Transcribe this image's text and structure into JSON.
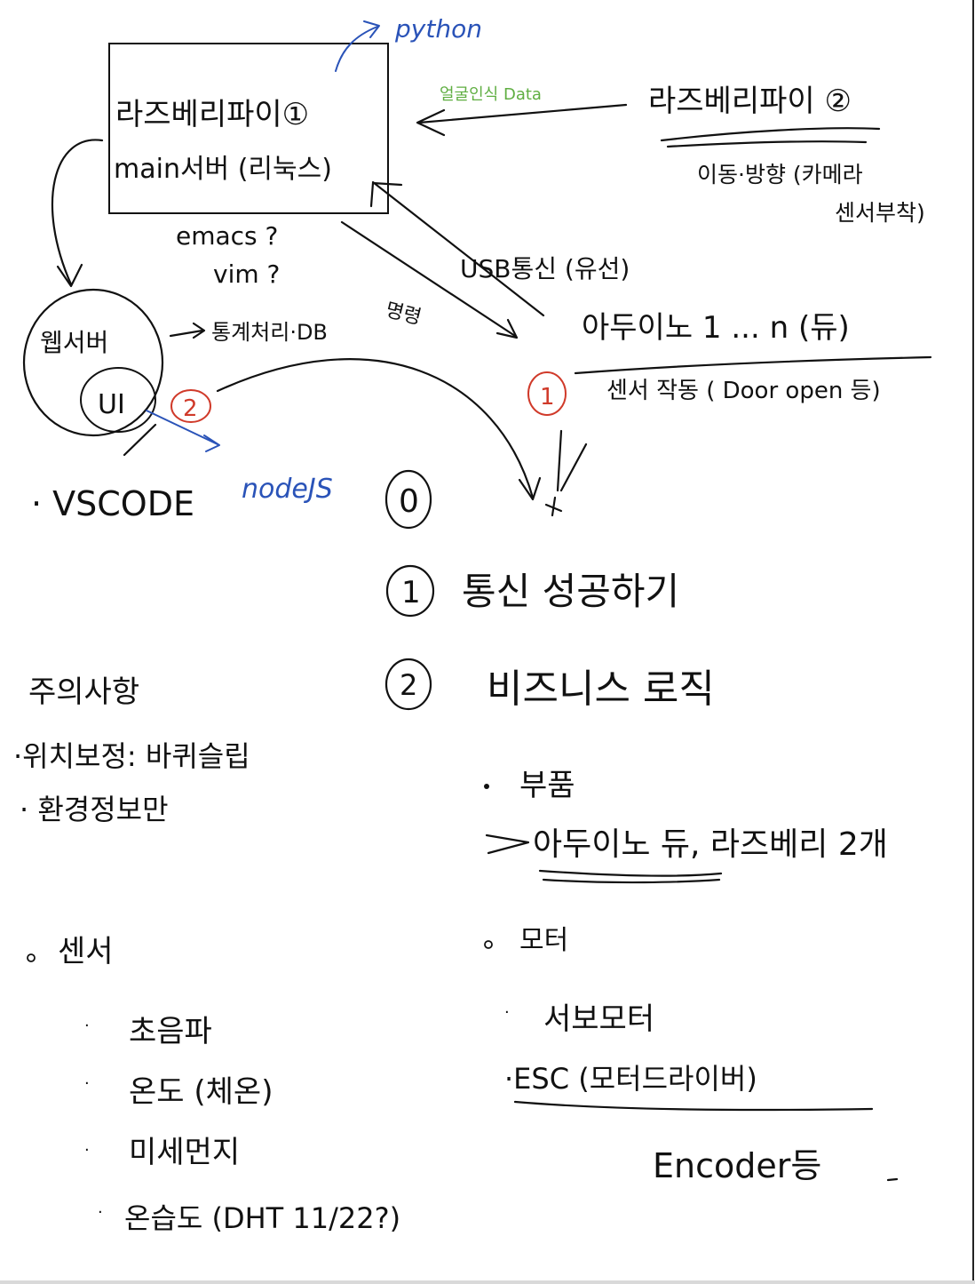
{
  "nodes": {
    "main_box": {
      "line1": "라즈베리파이①",
      "line2": "main서버 (리눅스)"
    },
    "python_label": "python",
    "rpi2": {
      "title": "라즈베리파이 ②",
      "note_line1": "이동·방향 (카메라",
      "note_line2": "센서부착)"
    },
    "face_data_label": "얼굴인식 Data",
    "editor_q1": "emacs ?",
    "editor_q2": "vim ?",
    "web_server": {
      "label": "웹서버",
      "inner": "UI",
      "side_note": "통계처리·DB"
    },
    "command_label": "명령",
    "usb_label": "USB통신 (유선)",
    "arduino": {
      "title": "아두이노 1 ... n (듀)",
      "note": "센서 작동 ( Door open 등)"
    },
    "vscode": "· VSCODE",
    "nodejs": "nodeJS"
  },
  "markers": {
    "red_1": "1",
    "red_2": "2"
  },
  "steps": [
    {
      "num": "0",
      "text": ""
    },
    {
      "num": "1",
      "text": "통신 성공하기"
    },
    {
      "num": "2",
      "text": "비즈니스 로직"
    }
  ],
  "cautions": {
    "title": "주의사항",
    "items": [
      "·위치보정: 바퀴슬립",
      "· 환경정보만"
    ]
  },
  "parts": {
    "title": "부품",
    "line": "아두이노 듀, 라즈베리 2개"
  },
  "sensors": {
    "title": "센서",
    "items": [
      "초음파",
      "온도 (체온)",
      "미세먼지",
      "온습도 (DHT 11/22?)"
    ]
  },
  "motors": {
    "title": "모터",
    "items": [
      "서보모터",
      "·ESC (모터드라이버)"
    ],
    "footer": "Encoder등"
  }
}
